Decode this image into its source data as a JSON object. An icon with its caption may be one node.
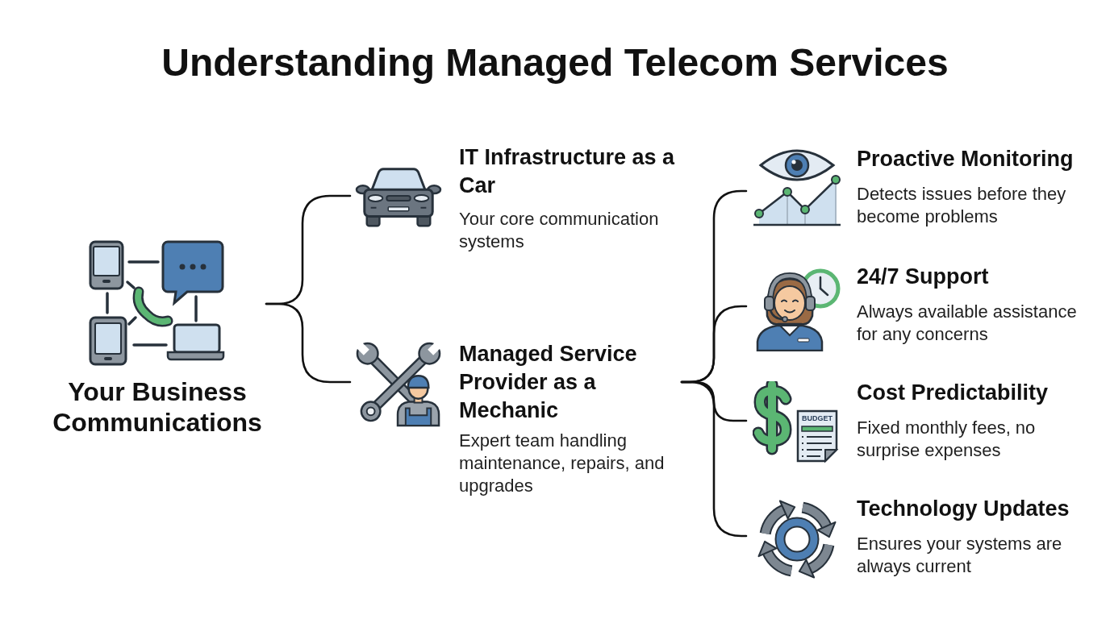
{
  "diagram": {
    "title": "Understanding Managed Telecom Services",
    "nodes": [
      {
        "text": [
          "Your Business Communications"
        ]
      },
      {
        "text": [
          "IT Infrastructure as a Car",
          "Your core communication systems"
        ]
      },
      {
        "text": [
          "Managed Service Provider as a Mechanic",
          "Expert team handling maintenance, repairs, and upgrades"
        ]
      },
      {
        "text": [
          "Proactive Monitoring",
          "Detects issues before they become problems"
        ]
      },
      {
        "text": [
          "24/7 Support",
          "Always available assistance for any concerns"
        ]
      },
      {
        "text": [
          "Cost Predictability",
          "Fixed monthly fees, no surprise expenses"
        ]
      },
      {
        "text": [
          "Technology Updates",
          "Ensures your systems are always current"
        ]
      }
    ],
    "edges": [
      {
        "from": 0,
        "to": 1,
        "arrow": "none"
      },
      {
        "from": 0,
        "to": 2,
        "arrow": "none"
      },
      {
        "from": 2,
        "to": 3,
        "arrow": "none"
      },
      {
        "from": 2,
        "to": 4,
        "arrow": "none"
      },
      {
        "from": 2,
        "to": 5,
        "arrow": "none"
      },
      {
        "from": 2,
        "to": 6,
        "arrow": "none"
      }
    ],
    "labels": [
      "BUDGET"
    ]
  }
}
